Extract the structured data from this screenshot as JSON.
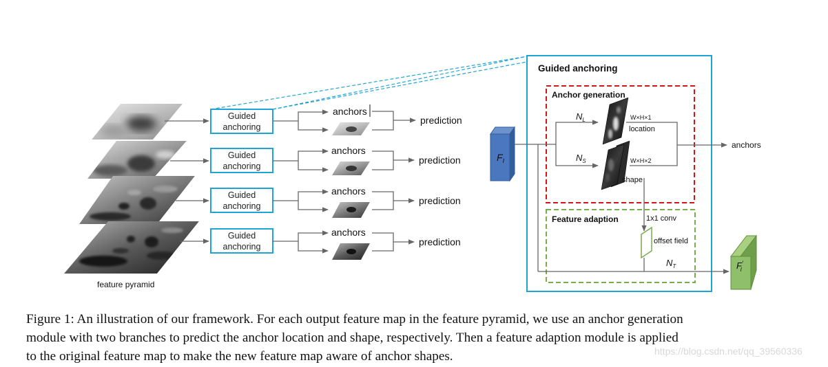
{
  "pyramid": {
    "label": "feature pyramid",
    "levels": [
      {
        "module": "Guided anchoring",
        "anchors": "anchors",
        "prediction": "prediction"
      },
      {
        "module": "Guided anchoring",
        "anchors": "anchors",
        "prediction": "prediction"
      },
      {
        "module": "Guided anchoring",
        "anchors": "anchors",
        "prediction": "prediction"
      },
      {
        "module": "Guided anchoring",
        "anchors": "anchors",
        "prediction": "prediction"
      }
    ]
  },
  "detail": {
    "title": "Guided anchoring",
    "input_label": "F",
    "input_sub": "I",
    "output_label": "F",
    "output_sub": "I",
    "output_prime": "′",
    "output_anchors": "anchors",
    "anchor_generation": {
      "title": "Anchor generation",
      "loc_branch": "N",
      "loc_sub": "L",
      "loc_dims": "W×H×1",
      "loc_name": "location",
      "shape_branch": "N",
      "shape_sub": "S",
      "shape_dims": "W×H×2",
      "shape_name": "shape"
    },
    "feature_adaption": {
      "title": "Feature adaption",
      "conv": "1x1 conv",
      "offset": "offset field",
      "transform": "N",
      "transform_sub": "T"
    }
  },
  "caption": {
    "line1": "Figure 1: An illustration of our framework. For each output feature map in the feature pyramid, we use an anchor generation",
    "line2": "module with two branches to predict the anchor location and shape, respectively. Then a feature adaption module is applied",
    "line3": "to the original feature map to make the new feature map aware of anchor shapes."
  },
  "watermark": "https://blog.csdn.net/qq_39560336",
  "colors": {
    "blue": "#1ea3d6",
    "red": "#d41414",
    "green": "#76ac4a",
    "input_fill": "#4a77bd",
    "output_fill": "#8fbf6a",
    "arrow": "#666666"
  }
}
